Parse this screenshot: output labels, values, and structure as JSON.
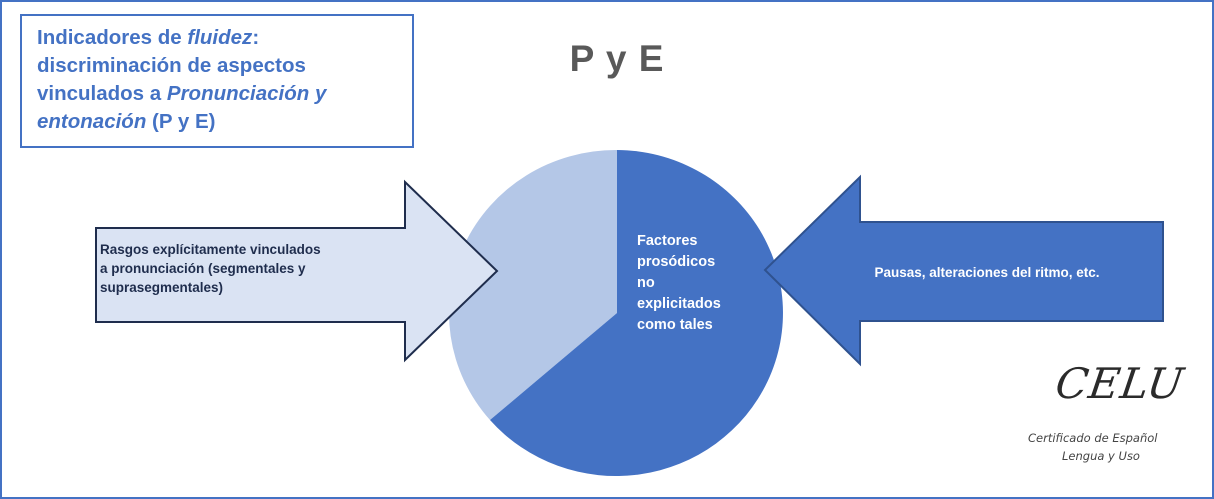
{
  "title_box": {
    "line1_pre": "Indicadores de ",
    "line1_em": "fluidez",
    "line1_post": ":",
    "line2": "discriminación de aspectos",
    "line3_pre": "vinculados a ",
    "line3_em": "Pronunciación y",
    "line4_em": "entonación",
    "line4_post": " (P y E)"
  },
  "big_title": "P y E",
  "left_arrow": {
    "line1": "Rasgos explícitamente vinculados",
    "line2": "a pronunciación (segmentales y",
    "line3": "suprasegmentales)"
  },
  "pie_label": {
    "line1": "Factores",
    "line2": "prosódicos",
    "line3": "no",
    "line4": "explicitados",
    "line5": "como tales"
  },
  "right_arrow": {
    "text": "Pausas, alteraciones del ritmo, etc."
  },
  "logo": {
    "word": "CELU",
    "line1": "Certificado de Español",
    "line2": "Lengua y Uso"
  },
  "colors": {
    "accent": "#4472c4",
    "pie_light": "#b4c7e7",
    "left_arrow_fill": "#dae3f3",
    "left_arrow_stroke": "#1f2d4d",
    "right_arrow_stroke": "#2f528f",
    "title_gray": "#595959"
  }
}
